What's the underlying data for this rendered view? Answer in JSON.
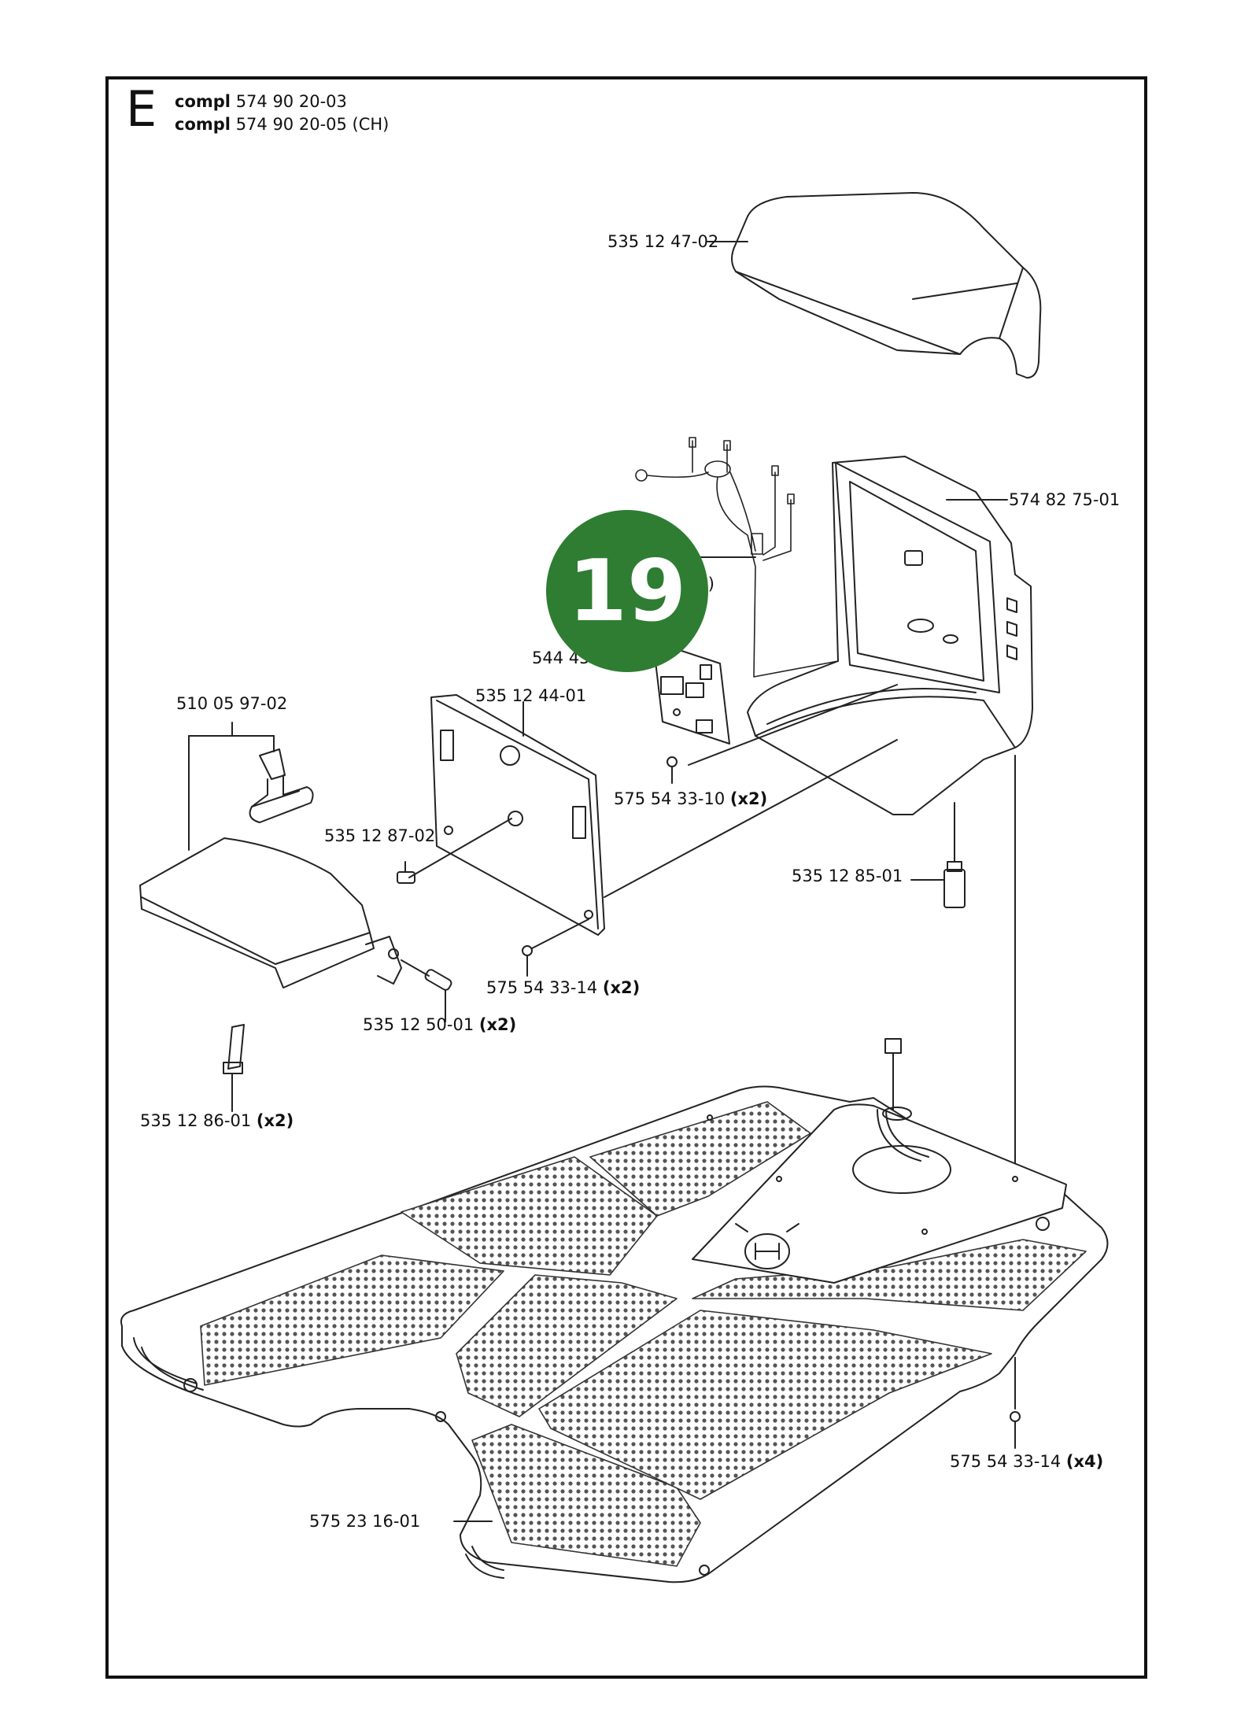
{
  "section": {
    "letter": "E",
    "lines": [
      {
        "keyword": "compl",
        "text": "574 90 20-03"
      },
      {
        "keyword": "compl",
        "text": "574 90 20-05 (CH)"
      }
    ]
  },
  "badge": {
    "number": "19",
    "color": "#2e7d32"
  },
  "parts": [
    {
      "id": "top-cover",
      "number": "535 12 47-02",
      "qty": ""
    },
    {
      "id": "charging-housing",
      "number": "574 82 75-01",
      "qty": ""
    },
    {
      "id": "wiring-harness-partial",
      "number": "H)",
      "qty": ""
    },
    {
      "id": "circuit-board",
      "number": "544 45",
      "qty": ""
    },
    {
      "id": "board-screw",
      "number": "575 54 33-10",
      "qty": "(x2)"
    },
    {
      "id": "cover-plate",
      "number": "535 12 44-01",
      "qty": ""
    },
    {
      "id": "bracket",
      "number": "510 05 97-02",
      "qty": ""
    },
    {
      "id": "pin",
      "number": "535 12 87-02",
      "qty": ""
    },
    {
      "id": "connector",
      "number": "535 12 85-01",
      "qty": ""
    },
    {
      "id": "plate-screw",
      "number": "575 54 33-14",
      "qty": "(x2)"
    },
    {
      "id": "spacer",
      "number": "535 12 50-01",
      "qty": "(x2)"
    },
    {
      "id": "contact-strip",
      "number": "535 12 86-01",
      "qty": "(x2)"
    },
    {
      "id": "base-screw",
      "number": "575 54 33-14",
      "qty": "(x4)"
    },
    {
      "id": "base-plate",
      "number": "575 23 16-01",
      "qty": ""
    }
  ]
}
